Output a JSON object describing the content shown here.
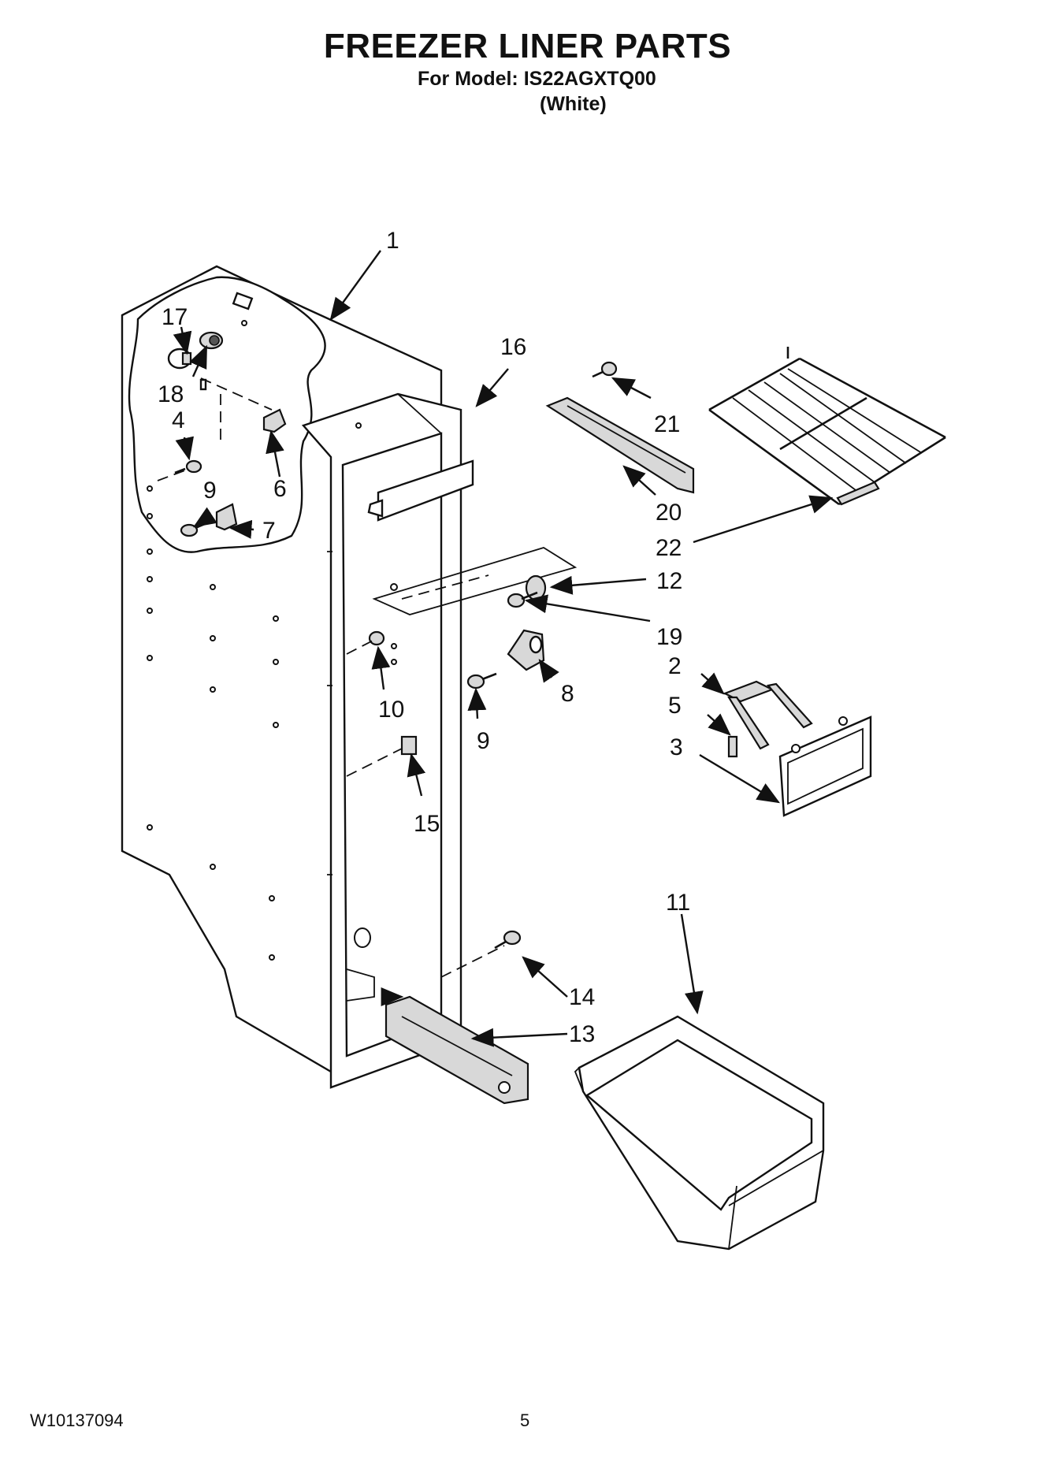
{
  "header": {
    "title": "FREEZER LINER PARTS",
    "model_line": "For Model: IS22AGXTQ00",
    "variant": "(White)"
  },
  "footer": {
    "doc_number": "W10137094",
    "page_number": "5"
  },
  "callouts": {
    "c1": "1",
    "c2": "2",
    "c3": "3",
    "c4": "4",
    "c5": "5",
    "c6": "6",
    "c7": "7",
    "c8": "8",
    "c9a": "9",
    "c9b": "9",
    "c10": "10",
    "c11": "11",
    "c12": "12",
    "c13": "13",
    "c14": "14",
    "c15": "15",
    "c16": "16",
    "c17": "17",
    "c18": "18",
    "c19": "19",
    "c20": "20",
    "c21": "21",
    "c22": "22"
  }
}
